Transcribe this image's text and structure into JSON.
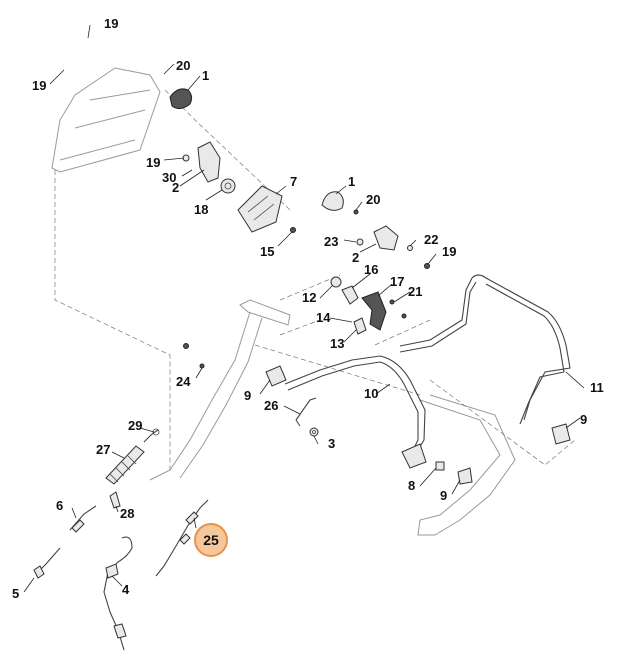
{
  "callouts": [
    {
      "id": "c1a",
      "text": "1"
    },
    {
      "id": "c1b",
      "text": "1"
    },
    {
      "id": "c2a",
      "text": "2"
    },
    {
      "id": "c2b",
      "text": "2"
    },
    {
      "id": "c3",
      "text": "3"
    },
    {
      "id": "c4",
      "text": "4"
    },
    {
      "id": "c5",
      "text": "5"
    },
    {
      "id": "c6",
      "text": "6"
    },
    {
      "id": "c7",
      "text": "7"
    },
    {
      "id": "c8",
      "text": "8"
    },
    {
      "id": "c9a",
      "text": "9"
    },
    {
      "id": "c9b",
      "text": "9"
    },
    {
      "id": "c9c",
      "text": "9"
    },
    {
      "id": "c10",
      "text": "10"
    },
    {
      "id": "c11",
      "text": "11"
    },
    {
      "id": "c12",
      "text": "12"
    },
    {
      "id": "c13",
      "text": "13"
    },
    {
      "id": "c14",
      "text": "14"
    },
    {
      "id": "c15",
      "text": "15"
    },
    {
      "id": "c16",
      "text": "16"
    },
    {
      "id": "c17",
      "text": "17"
    },
    {
      "id": "c18",
      "text": "18"
    },
    {
      "id": "c19a",
      "text": "19"
    },
    {
      "id": "c19b",
      "text": "19"
    },
    {
      "id": "c19c",
      "text": "19"
    },
    {
      "id": "c19d",
      "text": "19"
    },
    {
      "id": "c20a",
      "text": "20"
    },
    {
      "id": "c20b",
      "text": "20"
    },
    {
      "id": "c21",
      "text": "21"
    },
    {
      "id": "c22",
      "text": "22"
    },
    {
      "id": "c23",
      "text": "23"
    },
    {
      "id": "c24",
      "text": "24"
    },
    {
      "id": "c26",
      "text": "26"
    },
    {
      "id": "c27",
      "text": "27"
    },
    {
      "id": "c28",
      "text": "28"
    },
    {
      "id": "c29",
      "text": "29"
    },
    {
      "id": "c30",
      "text": "30"
    }
  ],
  "highlight": {
    "text": "25",
    "fill": "#f6c79a",
    "stroke": "#e8924a"
  }
}
